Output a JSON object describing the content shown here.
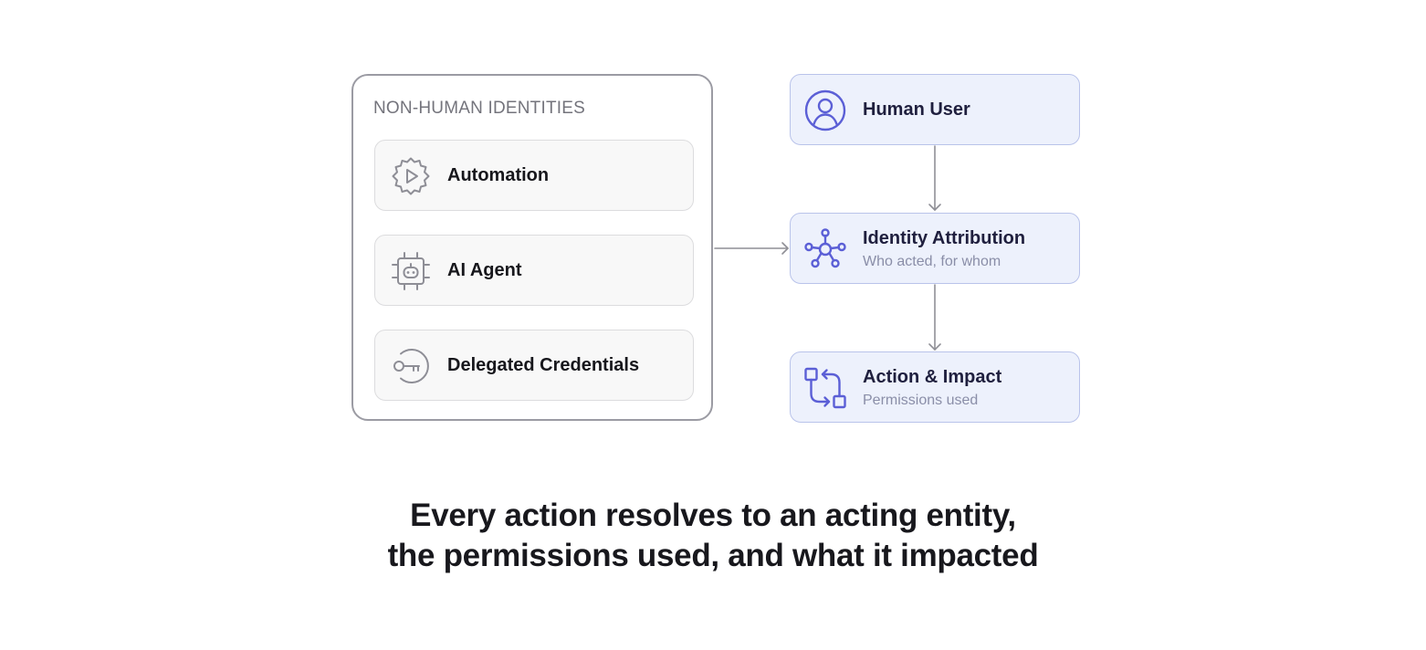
{
  "non_human_identities": {
    "title": "NON-HUMAN IDENTITIES",
    "items": [
      {
        "label": "Automation",
        "icon": "gear-play-icon"
      },
      {
        "label": "AI Agent",
        "icon": "chip-robot-icon"
      },
      {
        "label": "Delegated Credentials",
        "icon": "key-icon"
      }
    ]
  },
  "flow": {
    "human_user": {
      "title": "Human User",
      "icon": "user-circle-icon"
    },
    "identity_attribution": {
      "title": "Identity Attribution",
      "subtitle": "Who acted, for whom",
      "icon": "network-hub-icon"
    },
    "action_impact": {
      "title": "Action & Impact",
      "subtitle": "Permissions used",
      "icon": "workflow-arrows-icon"
    }
  },
  "caption": {
    "line1": "Every action resolves to an acting entity,",
    "line2": "the permissions used, and what it impacted"
  },
  "colors": {
    "accent": "#5b5fd6",
    "gray_icon": "#8e8e96",
    "flow_box_bg": "#edf1fc",
    "flow_box_border": "#b9c3ea"
  }
}
